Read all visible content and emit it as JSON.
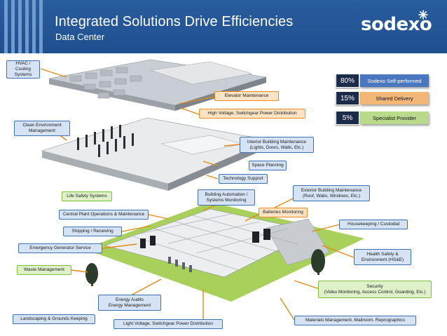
{
  "header": {
    "title": "Integrated Solutions Drive Efficiencies",
    "subtitle": "Data Center",
    "logo_text": "sodexo"
  },
  "legend": [
    {
      "percent": "80%",
      "label": "Sodexo Self-performed",
      "color": "#4a78c0"
    },
    {
      "percent": "15%",
      "label": "Shared Delivery",
      "color": "#f3b679"
    },
    {
      "percent": "5%",
      "label": "Specialist Provider",
      "color": "#b9d98b"
    }
  ],
  "callouts": {
    "hvac": "HVAC / Cooling Systems",
    "elevator": "Elevator Maintenance",
    "high_voltage": "High Voltage, Switchgear Power Distribution",
    "clean_env": "Clean Environment Management",
    "interior_1": "Interior Building Maintenance",
    "interior_2": "(Lights, Doors, Walls, Etc.)",
    "space_planning": "Space Planning",
    "tech_support": "Technology Support",
    "life_safety": "Life Safety Systems",
    "building_auto_1": "Building Automation /",
    "building_auto_2": "Systems Monitoring",
    "exterior_1": "Exterior Building Maintenance",
    "exterior_2": "(Roof, Walls, Windows, Etc.)",
    "central_plant": "Central Plant Operations & Maintenance",
    "batteries": "Batteries Monitoring",
    "housekeeping": "Housekeeping / Custodial",
    "shipping": "Shipping / Receiving",
    "emergency_gen": "Emergency Generator Service",
    "health_1": "Health Safety &",
    "health_2": "Environment (HS&E)",
    "waste": "Waste Management",
    "security_1": "Security",
    "security_2": "(Video Monitoring, Access Control, Guarding, Etc.)",
    "energy_1": "Energy Audits",
    "energy_2": "Energy Management",
    "landscaping": "Landscaping & Grounds Keeping",
    "light_voltage": "Light Voltage, Switchgear Power Distribution",
    "materials": "Materials Management, Mailroom, Reprographics"
  }
}
